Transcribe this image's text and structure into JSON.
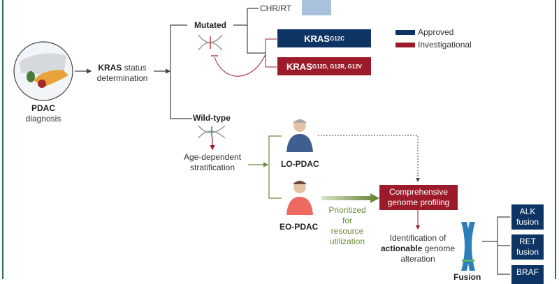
{
  "diagram": {
    "start": {
      "title": "PDAC",
      "subtitle": "diagnosis",
      "icon": "pancreas-liver-icon"
    },
    "kras_step": {
      "bold": "KRAS",
      "text1": " status",
      "text2": "determination"
    },
    "mutated": {
      "label": "Mutated",
      "icon": "dna-mutation-icon",
      "chr_rt": "CHR/RT",
      "kras_g12c": {
        "base": "KRAS",
        "sup": "G12C",
        "status": "approved"
      },
      "kras_other": {
        "base": "KRAS",
        "sup": "G12D, G12R, G12V",
        "status": "investigational"
      }
    },
    "legend": [
      {
        "label": "Approved",
        "color": "#0d3463"
      },
      {
        "label": "Investigational",
        "color": "#9b1b2a"
      }
    ],
    "wild_type": {
      "label": "Wild-type",
      "icon": "dna-icon",
      "stratification": [
        "Age-dependent",
        "stratification"
      ],
      "lo_pdac": "LO-PDAC",
      "eo_pdac": "EO-PDAC",
      "prioritized": [
        "Prioritized",
        "for",
        "resource",
        "utilization"
      ]
    },
    "profiling": {
      "line1": "Comprehensive",
      "line2": "genome profiling"
    },
    "identification": {
      "line1": "Identification of",
      "bold": "actionable",
      "line2rest": " genome",
      "line3": "alteration"
    },
    "fusion": {
      "label": "Fusion",
      "icon": "chromosome-icon",
      "items": [
        {
          "l1": "ALK",
          "l2": "fusion"
        },
        {
          "l1": "RET",
          "l2": "fusion"
        },
        {
          "l1": "BRAF",
          "l2": ""
        }
      ]
    },
    "colors": {
      "approved": "#0d3463",
      "investigational": "#9b1b2a",
      "green": "#6b8a3a",
      "frame": "#2e6b50"
    }
  }
}
